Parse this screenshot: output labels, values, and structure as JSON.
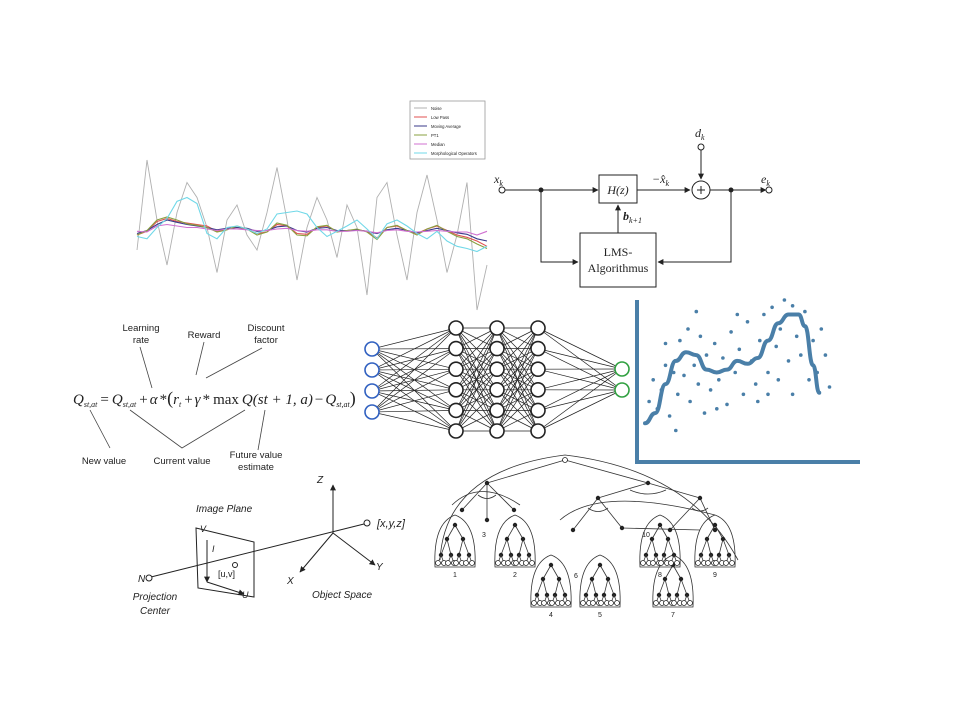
{
  "filters_chart": {
    "legend": [
      "Noise",
      "Low Pass",
      "Moving Average",
      "PT1",
      "Median",
      "Morphological Operators"
    ],
    "colors": [
      "#b0b0b0",
      "#e05050",
      "#3a3a8a",
      "#8aa040",
      "#d070d0",
      "#70d8e8"
    ],
    "x": [
      0,
      1,
      2,
      3,
      4,
      5,
      6,
      7,
      8,
      9,
      10,
      11,
      12,
      13,
      14,
      15,
      16,
      17,
      18,
      19,
      20,
      21,
      22,
      23,
      24,
      25,
      26,
      27,
      28,
      29,
      30,
      31,
      32,
      33,
      34,
      35
    ],
    "series": [
      [
        -0.2,
        1,
        0.2,
        -0.4,
        0.3,
        0.7,
        0.5,
        0.1,
        -0.5,
        0.2,
        0.4,
        0,
        -0.2,
        0.3,
        0.9,
        0.2,
        -0.6,
        0.1,
        0.5,
        0.2,
        -0.3,
        0.4,
        0.1,
        -0.8,
        0.5,
        0.7,
        0,
        -0.6,
        0.3,
        0.8,
        0.2,
        -0.5,
        0,
        0.7,
        -1,
        -0.4
      ],
      [
        0,
        0.05,
        0.18,
        0.22,
        0.18,
        0.16,
        0.14,
        0.12,
        0.05,
        0.08,
        0.1,
        0.08,
        0.02,
        0.04,
        0.14,
        0.12,
        0.02,
        0.01,
        0.1,
        0.12,
        0.05,
        0.06,
        0.07,
        0.05,
        -0.04,
        0.1,
        0.12,
        0.06,
        0.02,
        0.08,
        0.12,
        0.06,
        0,
        -0.03,
        -0.08,
        -0.15
      ],
      [
        0.02,
        0.06,
        0.14,
        0.2,
        0.17,
        0.14,
        0.12,
        0.1,
        0.07,
        0.09,
        0.1,
        0.09,
        0.05,
        0.06,
        0.11,
        0.12,
        0.06,
        0.04,
        0.09,
        0.1,
        0.06,
        0.06,
        0.07,
        0.05,
        0.02,
        0.07,
        0.09,
        0.06,
        0.03,
        0.06,
        0.09,
        0.06,
        0.03,
        0.01,
        -0.05,
        -0.08
      ],
      [
        0,
        0.06,
        0.2,
        0.24,
        0.2,
        0.15,
        0.13,
        0.1,
        0.04,
        0.07,
        0.12,
        0.08,
        0,
        0.04,
        0.16,
        0.13,
        0,
        -0.01,
        0.11,
        0.13,
        0.04,
        0.06,
        0.08,
        0.04,
        -0.06,
        0.1,
        0.13,
        0.06,
        0,
        0.08,
        0.13,
        0.05,
        -0.02,
        -0.05,
        -0.12,
        -0.18
      ],
      [
        0.05,
        0.04,
        0.12,
        0.14,
        0.12,
        0.1,
        0.1,
        0.08,
        0.06,
        0.08,
        0.08,
        0.07,
        0.06,
        0.06,
        0.08,
        0.09,
        0.06,
        0.05,
        0.07,
        0.07,
        0.05,
        0.05,
        0.06,
        0.05,
        0.03,
        0.06,
        0.07,
        0.05,
        0.04,
        0.05,
        0.06,
        0.05,
        0.04,
        0.04,
        0,
        0.05
      ],
      [
        -0.02,
        -0.05,
        0.1,
        0.22,
        0.45,
        0.5,
        0.42,
        0.02,
        -0.05,
        0.1,
        0.12,
        0.08,
        0.02,
        0.08,
        0.28,
        0.3,
        0.32,
        0.28,
        0.1,
        -0.02,
        0.05,
        0.12,
        0.2,
        0.08,
        -0.05,
        0.15,
        0.2,
        0.12,
        0.02,
        -0.05,
        0.05,
        -0.08,
        -0.15,
        -0.18,
        -0.22,
        -0.15
      ]
    ]
  },
  "lms": {
    "x_in": "x",
    "x_in_sub": "k",
    "d": "d",
    "d_sub": "k",
    "e": "e",
    "e_sub": "k",
    "H": "H(z)",
    "x_hat": "−x̂",
    "x_hat_sub": "k",
    "b": "b",
    "b_sub": "k+1",
    "plus": "+",
    "algo_line1": "LMS-",
    "algo_line2": "Algorithmus"
  },
  "qlearning": {
    "lr": [
      "Learning",
      "rate"
    ],
    "reward": "Reward",
    "discount": [
      "Discount",
      "factor"
    ],
    "new_value": "New value",
    "current_value": "Current value",
    "future": [
      "Future value",
      "estimate"
    ],
    "q": "Q",
    "q_sub": "st,at",
    "eq": "=",
    "plus": "+",
    "alpha": "α",
    "star": "*",
    "open": "(",
    "r": "r",
    "r_sub": "t",
    "gamma": "γ",
    "max": "max",
    "qnext": "Q(st + 1, a)",
    "minus": "−",
    "close": ")"
  },
  "neural_net": {
    "layers": [
      4,
      6,
      6,
      6,
      2
    ],
    "input_color": "#3060c0",
    "output_color": "#30a040"
  },
  "scatter_fit": {
    "color": "#4a7fa8",
    "curve": [
      [
        0.0,
        0.15
      ],
      [
        0.05,
        0.22
      ],
      [
        0.1,
        0.42
      ],
      [
        0.15,
        0.58
      ],
      [
        0.2,
        0.64
      ],
      [
        0.25,
        0.62
      ],
      [
        0.3,
        0.52
      ],
      [
        0.35,
        0.5
      ],
      [
        0.4,
        0.52
      ],
      [
        0.45,
        0.58
      ],
      [
        0.5,
        0.56
      ],
      [
        0.55,
        0.6
      ],
      [
        0.6,
        0.72
      ],
      [
        0.65,
        0.84
      ],
      [
        0.7,
        0.9
      ],
      [
        0.75,
        0.9
      ],
      [
        0.78,
        0.82
      ],
      [
        0.82,
        0.55
      ],
      [
        0.85,
        0.36
      ]
    ],
    "points": [
      [
        0.02,
        0.3
      ],
      [
        0.04,
        0.45
      ],
      [
        0.06,
        0.25
      ],
      [
        0.08,
        0.38
      ],
      [
        0.1,
        0.55
      ],
      [
        0.12,
        0.2
      ],
      [
        0.14,
        0.5
      ],
      [
        0.16,
        0.35
      ],
      [
        0.17,
        0.72
      ],
      [
        0.19,
        0.48
      ],
      [
        0.21,
        0.8
      ],
      [
        0.22,
        0.3
      ],
      [
        0.24,
        0.55
      ],
      [
        0.26,
        0.42
      ],
      [
        0.27,
        0.75
      ],
      [
        0.29,
        0.22
      ],
      [
        0.3,
        0.62
      ],
      [
        0.32,
        0.38
      ],
      [
        0.34,
        0.7
      ],
      [
        0.36,
        0.45
      ],
      [
        0.38,
        0.6
      ],
      [
        0.4,
        0.28
      ],
      [
        0.42,
        0.78
      ],
      [
        0.44,
        0.5
      ],
      [
        0.46,
        0.66
      ],
      [
        0.48,
        0.35
      ],
      [
        0.5,
        0.85
      ],
      [
        0.52,
        0.58
      ],
      [
        0.54,
        0.42
      ],
      [
        0.56,
        0.72
      ],
      [
        0.58,
        0.9
      ],
      [
        0.6,
        0.5
      ],
      [
        0.62,
        0.95
      ],
      [
        0.64,
        0.68
      ],
      [
        0.66,
        0.8
      ],
      [
        0.68,
        1.0
      ],
      [
        0.7,
        0.58
      ],
      [
        0.72,
        0.96
      ],
      [
        0.74,
        0.75
      ],
      [
        0.76,
        0.62
      ],
      [
        0.78,
        0.92
      ],
      [
        0.8,
        0.45
      ],
      [
        0.82,
        0.72
      ],
      [
        0.84,
        0.5
      ],
      [
        0.86,
        0.8
      ],
      [
        0.88,
        0.62
      ],
      [
        0.9,
        0.4
      ],
      [
        0.6,
        0.35
      ],
      [
        0.45,
        0.9
      ],
      [
        0.25,
        0.92
      ],
      [
        0.35,
        0.25
      ],
      [
        0.1,
        0.7
      ],
      [
        0.15,
        0.1
      ],
      [
        0.55,
        0.3
      ],
      [
        0.65,
        0.45
      ],
      [
        0.72,
        0.35
      ]
    ]
  },
  "projection": {
    "image_plane": "Image Plane",
    "v": "V",
    "i": "I",
    "uv": "[u,v]",
    "u": "U",
    "n": "N",
    "proj_center": [
      "Projection",
      "Center"
    ],
    "z": "Z",
    "x": "X",
    "y": "Y",
    "xyz": "[x,y,z]",
    "object_space": "Object Space"
  },
  "tree": {
    "labels": [
      "1",
      "2",
      "3",
      "4",
      "5",
      "6",
      "7",
      "8",
      "9",
      "10"
    ]
  }
}
